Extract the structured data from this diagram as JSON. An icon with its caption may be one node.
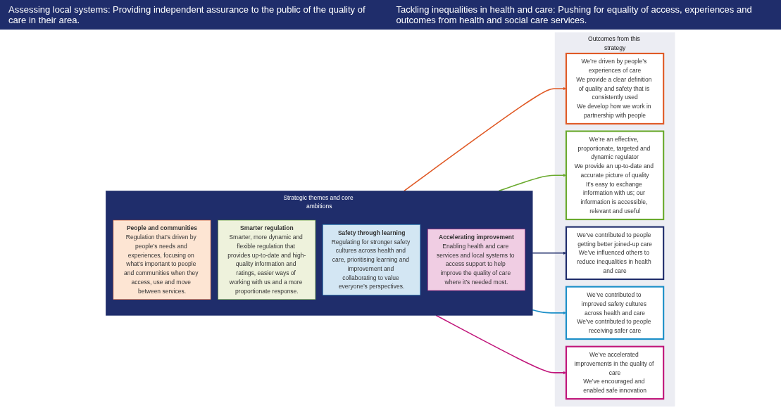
{
  "diagram": {
    "nodes": [
      {
        "text": [
          "Strategic themes and core ambitions"
        ]
      },
      {
        "text": [
          "People and communities",
          "Regulation that’s driven by people’s needs and experiences, focusing on what’s important to people and communities when they access, use and move between services."
        ],
        "in": 0
      },
      {
        "text": [
          "Smarter regulation",
          "Smarter, more dynamic and flexible regulation that provides up-to-date and high-quality information and ratings, easier ways of working with us and a more proportionate response."
        ],
        "in": 0
      },
      {
        "text": [
          "Safety through learning",
          "Regulating for stronger safety cultures across health and care, prioritising learning and improvement and collaborating to value everyone’s perspectives."
        ],
        "in": 0
      },
      {
        "text": [
          "Accelerating improvement",
          "Enabling health and care services and local systems to access support to help improve the quality of care where it’s needed most."
        ],
        "in": 0
      },
      {
        "text": [
          "Outcomes from this strategy"
        ]
      },
      {
        "text": [
          "We’re driven by people’s experiences of care",
          "We provide a clear definition of quality and safety that is consistently used",
          "We develop how we work in partnership with people"
        ],
        "in": 5
      },
      {
        "text": [
          "We’re an effective, proportionate, targeted and dynamic regulator",
          "We provide an up-to-date and accurate picture of quality",
          "It’s easy to exchange information with us; our information is accessible, relevant and useful"
        ],
        "in": 5
      },
      {
        "text": [
          "We’ve contributed to people getting better joined-up care",
          "We’ve influenced others to reduce inequalities in health and care"
        ],
        "in": 5
      },
      {
        "text": [
          "We’ve contributed to improved safety cultures across health and care",
          "We’ve contributed to people receiving safer care"
        ],
        "in": 5
      },
      {
        "text": [
          "We’ve accelerated improvements in the quality of care",
          "We’ve encouraged and enabled safe innovation"
        ],
        "in": 5
      }
    ],
    "edges": [
      {
        "from": 0,
        "to": 6,
        "arrow": "to",
        "color": "#e05a26"
      },
      {
        "from": 0,
        "to": 7,
        "arrow": "to",
        "color": "#6aaa2e"
      },
      {
        "from": 0,
        "to": 8,
        "arrow": "to",
        "color": "#1f2d6b"
      },
      {
        "from": 0,
        "to": 9,
        "arrow": "to",
        "color": "#1c8fc8"
      },
      {
        "from": 0,
        "to": 10,
        "arrow": "to",
        "color": "#c0157a"
      }
    ],
    "labels": [
      "Assessing local systems: Providing independent assurance to the public of the quality of care in their area.",
      "Tackling inequalities in health and care: Pushing for equality of access, experiences and outcomes from health and social care services."
    ]
  }
}
